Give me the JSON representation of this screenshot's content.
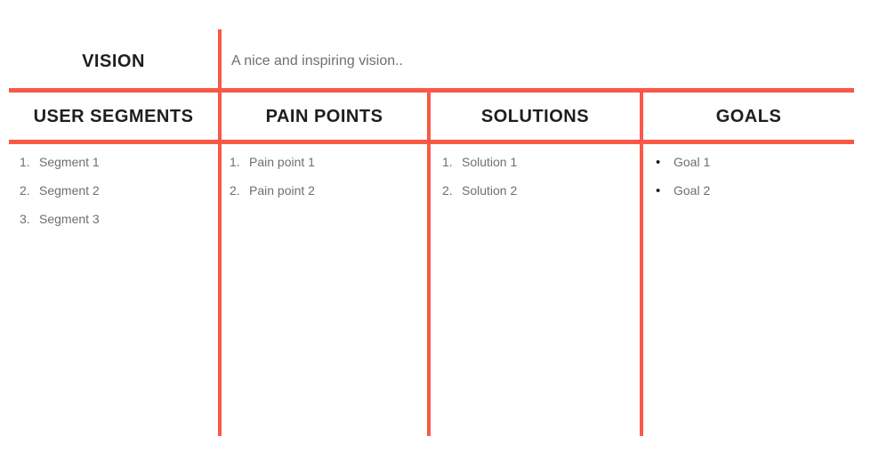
{
  "colors": {
    "line": "#fa5847",
    "heading": "#1e1e1e",
    "body": "#6f6f6f",
    "background": "#ffffff"
  },
  "vision": {
    "label": "VISION",
    "text": "A nice and inspiring vision.."
  },
  "columns": [
    {
      "title": "USER SEGMENTS",
      "list_style": "numbered",
      "items": [
        {
          "marker": "1.",
          "label": "Segment 1"
        },
        {
          "marker": "2.",
          "label": "Segment 2"
        },
        {
          "marker": "3.",
          "label": "Segment 3"
        }
      ]
    },
    {
      "title": "PAIN POINTS",
      "list_style": "numbered",
      "items": [
        {
          "marker": "1.",
          "label": "Pain point 1"
        },
        {
          "marker": "2.",
          "label": "Pain point 2"
        }
      ]
    },
    {
      "title": "SOLUTIONS",
      "list_style": "numbered",
      "items": [
        {
          "marker": "1.",
          "label": "Solution 1"
        },
        {
          "marker": "2.",
          "label": "Solution 2"
        }
      ]
    },
    {
      "title": "GOALS",
      "list_style": "bulleted",
      "items": [
        {
          "marker": "•",
          "label": "Goal 1"
        },
        {
          "marker": "•",
          "label": "Goal 2"
        }
      ]
    }
  ]
}
